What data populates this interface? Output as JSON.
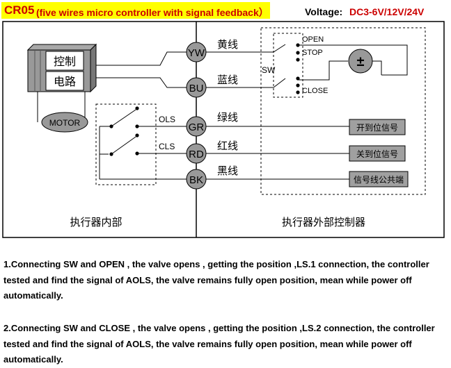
{
  "title": {
    "model": "CR05",
    "description": "(five wires micro controller with signal feedback）"
  },
  "voltage": {
    "label": "Voltage:",
    "value": "DC3-6V/12V/24V"
  },
  "actuator": {
    "block_line1": "控制",
    "block_line2": "电路",
    "motor": "MOTOR",
    "ols": "OLS",
    "cls": "CLS",
    "section_label": "执行器内部"
  },
  "wires": [
    {
      "code": "YW",
      "name": "黄线"
    },
    {
      "code": "BU",
      "name": "蓝线"
    },
    {
      "code": "GR",
      "name": "绿线"
    },
    {
      "code": "RD",
      "name": "红线"
    },
    {
      "code": "BK",
      "name": "黑线"
    }
  ],
  "controller": {
    "sw": "SW",
    "open": "OPEN",
    "stop": "STOP",
    "close": "CLOSE",
    "power_symbol": "±",
    "signal_open": "开到位信号",
    "signal_close": "关到位信号",
    "signal_common": "信号线公共端",
    "section_label": "执行器外部控制器"
  },
  "notes": [
    "1.Connecting SW and OPEN , the valve opens , getting the position ,LS.1 connection, the controller tested and find the signal of AOLS, the valve remains fully open position, mean while power off automatically.",
    "2.Connecting SW and CLOSE , the valve opens , getting the position ,LS.2 connection, the controller tested and find the signal of AOLS, the valve remains fully open position, mean while power off automatically."
  ]
}
